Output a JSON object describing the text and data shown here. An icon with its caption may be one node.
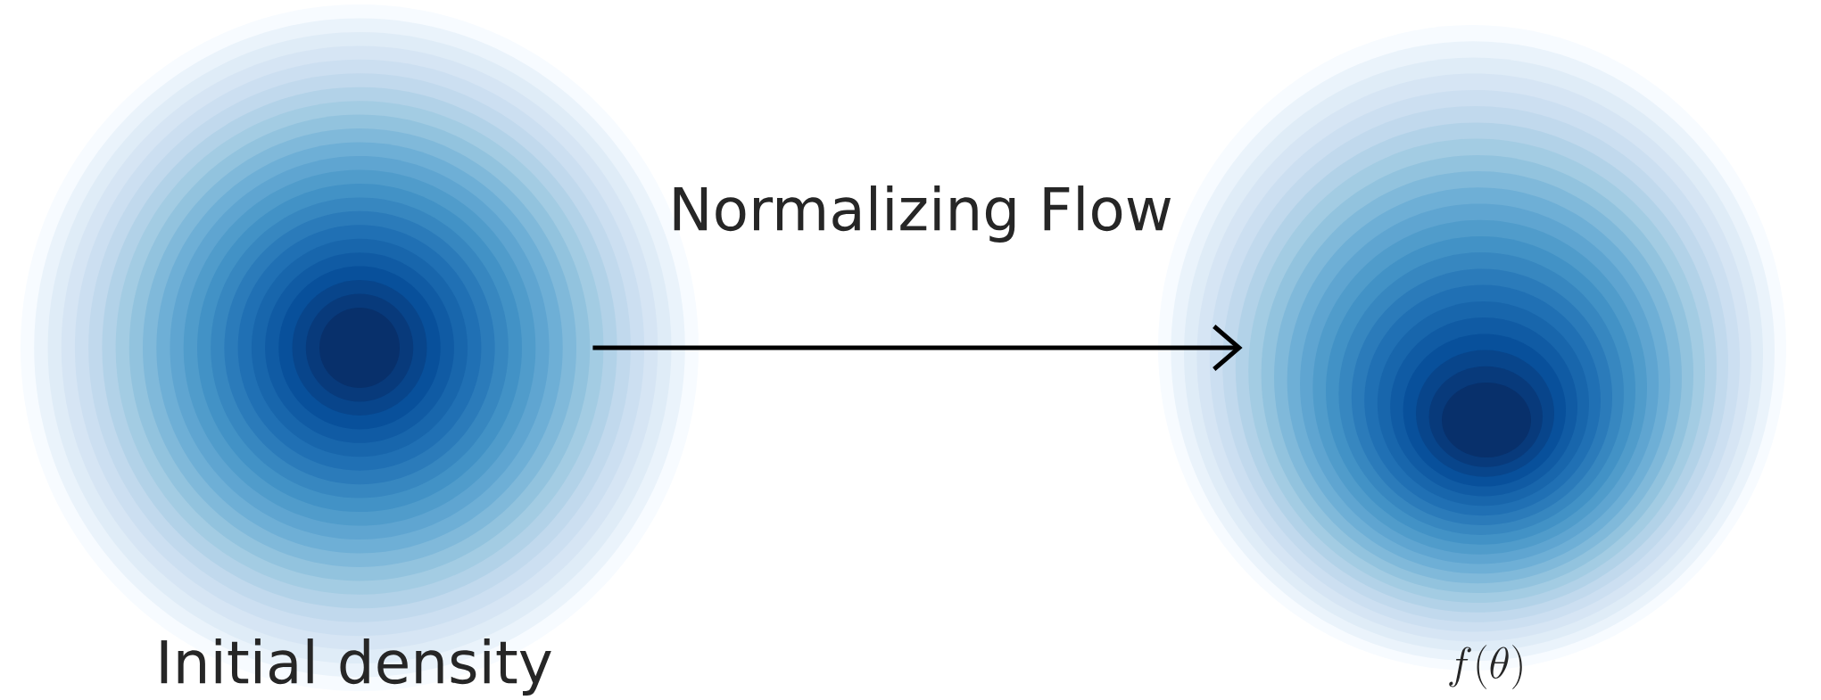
{
  "diagram": {
    "nodes": [
      {
        "text": [
          "Initial density"
        ]
      },
      {
        "text": [
          "f(\\theta)"
        ]
      }
    ],
    "edges": [
      {
        "from": 0,
        "to": 1,
        "arrow": "to",
        "label": "Normalizing Flow"
      }
    ]
  }
}
